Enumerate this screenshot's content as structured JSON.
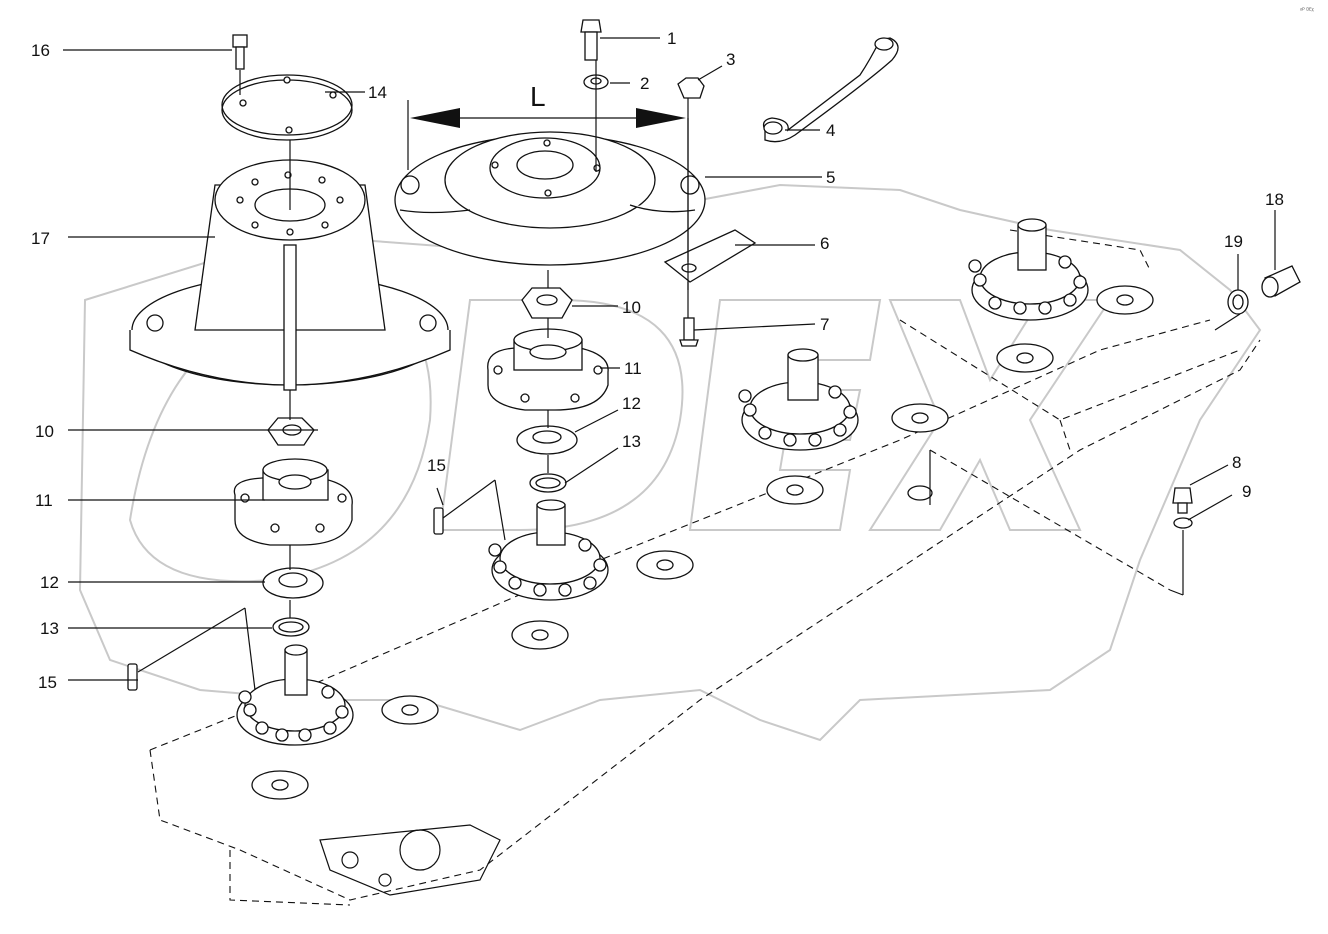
{
  "dimension_label": "L",
  "watermark": "ᵒᴾ ᴰᴱᵡ",
  "callouts": {
    "c1": "1",
    "c2": "2",
    "c3": "3",
    "c4": "4",
    "c5": "5",
    "c6": "6",
    "c7": "7",
    "c8": "8",
    "c9": "9",
    "c10a": "10",
    "c10b": "10",
    "c11a": "11",
    "c11b": "11",
    "c12a": "12",
    "c12b": "12",
    "c13a": "13",
    "c13b": "13",
    "c14": "14",
    "c15a": "15",
    "c15b": "15",
    "c16": "16",
    "c17": "17",
    "c18": "18",
    "c19": "19"
  }
}
